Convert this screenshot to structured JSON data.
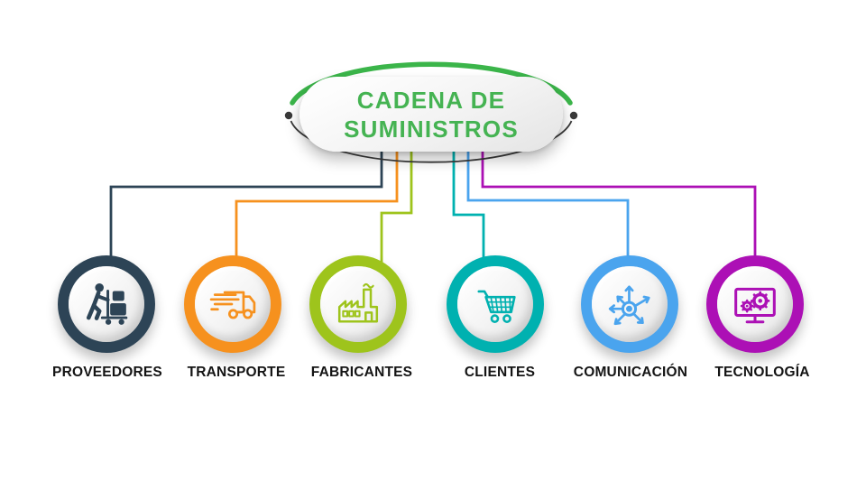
{
  "header": {
    "title_line1": "CADENA DE",
    "title_line2": "SUMINISTROS",
    "text_color": "#45b352",
    "ring_green": "#3bb54a",
    "ring_dark": "#3a3a3a"
  },
  "nodes": [
    {
      "id": "proveedores",
      "label": "PROVEEDORES",
      "color": "#2d4456",
      "icon": "worker-handtruck-icon"
    },
    {
      "id": "transporte",
      "label": "TRANSPORTE",
      "color": "#f6911e",
      "icon": "delivery-truck-icon"
    },
    {
      "id": "fabricantes",
      "label": "FABRICANTES",
      "color": "#9ec41c",
      "icon": "factory-icon"
    },
    {
      "id": "clientes",
      "label": "CLIENTES",
      "color": "#00b1b0",
      "icon": "shopping-cart-icon"
    },
    {
      "id": "comunicacion",
      "label": "COMUNICACIÓN",
      "color": "#4aa4ee",
      "icon": "network-arrows-icon"
    },
    {
      "id": "tecnologia",
      "label": "TECNOLOGÍA",
      "color": "#ac10b5",
      "icon": "monitor-gears-icon"
    }
  ]
}
